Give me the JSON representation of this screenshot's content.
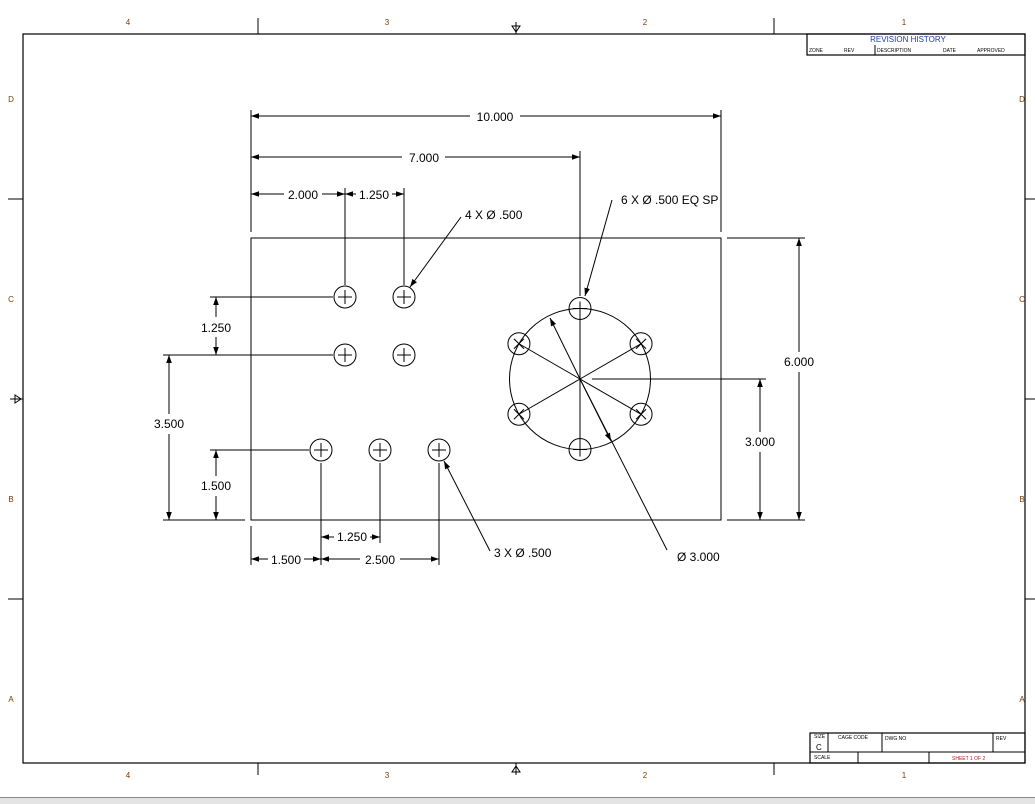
{
  "zones": {
    "columns": [
      "4",
      "3",
      "2",
      "1"
    ],
    "rows": [
      "D",
      "C",
      "B",
      "A"
    ]
  },
  "revision_history": {
    "title": "REVISION HISTORY",
    "columns": [
      "ZONE",
      "REV",
      "DESCRIPTION",
      "DATE",
      "APPROVED"
    ]
  },
  "title_block": {
    "size_label": "SIZE",
    "size_value": "C",
    "cage_code_label": "CAGE CODE",
    "dwg_no_label": "DWG NO",
    "rev_label": "REV",
    "scale_label": "SCALE",
    "sheet": "SHEET 1 OF 2"
  },
  "dimensions": {
    "overall_width": "10.000",
    "bolt_circle_x": "7.000",
    "hole_group_x": "2.000",
    "hole_pitch_top": "1.250",
    "hole_pitch_left": "1.250",
    "hole_group_y": "3.500",
    "bottom_row_y": "1.500",
    "bottom_row_x": "1.500",
    "bottom_pitch": "1.250",
    "bottom_span": "2.500",
    "overall_height": "6.000",
    "bolt_circle_y": "3.000"
  },
  "callouts": {
    "four_holes": "4 X Ø .500",
    "six_holes": "6 X Ø .500 EQ SP",
    "three_holes": "3 X Ø .500",
    "bolt_circle_dia": "Ø 3.000"
  }
}
